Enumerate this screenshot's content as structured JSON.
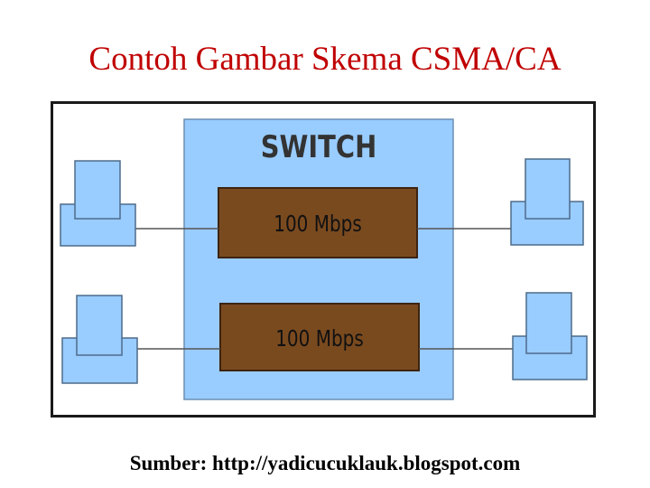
{
  "title": "Contoh Gambar Skema CSMA/CA",
  "diagram": {
    "switch_label": "SWITCH",
    "ports": [
      "100 Mbps",
      "100 Mbps"
    ],
    "computers": [
      "left-top",
      "right-top",
      "left-bottom",
      "right-bottom"
    ]
  },
  "source": "Sumber: http://yadicucuklauk.blogspot.com",
  "colors": {
    "title": "#c00000",
    "switch_fill": "#99ccff",
    "port_fill": "#7a4a1f",
    "computer_fill": "#99ccff",
    "outline": "#4d6b8a",
    "line": "#555555"
  }
}
